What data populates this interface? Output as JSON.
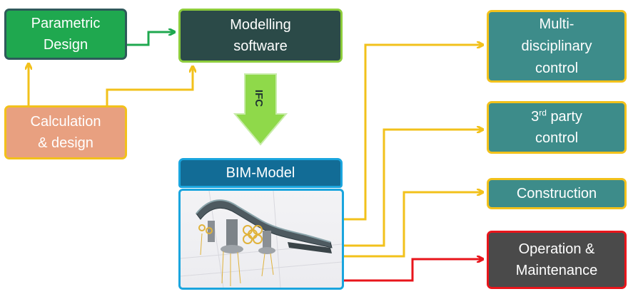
{
  "boxes": {
    "parametric": {
      "line1": "Parametric",
      "line2": "Design"
    },
    "modelling": {
      "line1": "Modelling",
      "line2": "software"
    },
    "calculation": {
      "line1": "Calculation",
      "line2": "& design"
    },
    "bim_model": {
      "title": "BIM-Model"
    },
    "multidisciplinary": {
      "line1": "Multi-",
      "line2": "disciplinary",
      "line3": "control"
    },
    "third_party": {
      "ordinal": "3",
      "ordinal_suffix": "rd",
      "word": "party",
      "line2": "control"
    },
    "construction": {
      "label": "Construction"
    },
    "operation": {
      "line1": "Operation &",
      "line2": "Maintenance"
    }
  },
  "ifc_arrow": {
    "label": "IFC"
  },
  "colors": {
    "yellow_connector": "#f2c11b",
    "green_connector": "#1fa84f",
    "red_connector": "#e8151b",
    "ifc_arrow_fill": "#8fd94a"
  }
}
